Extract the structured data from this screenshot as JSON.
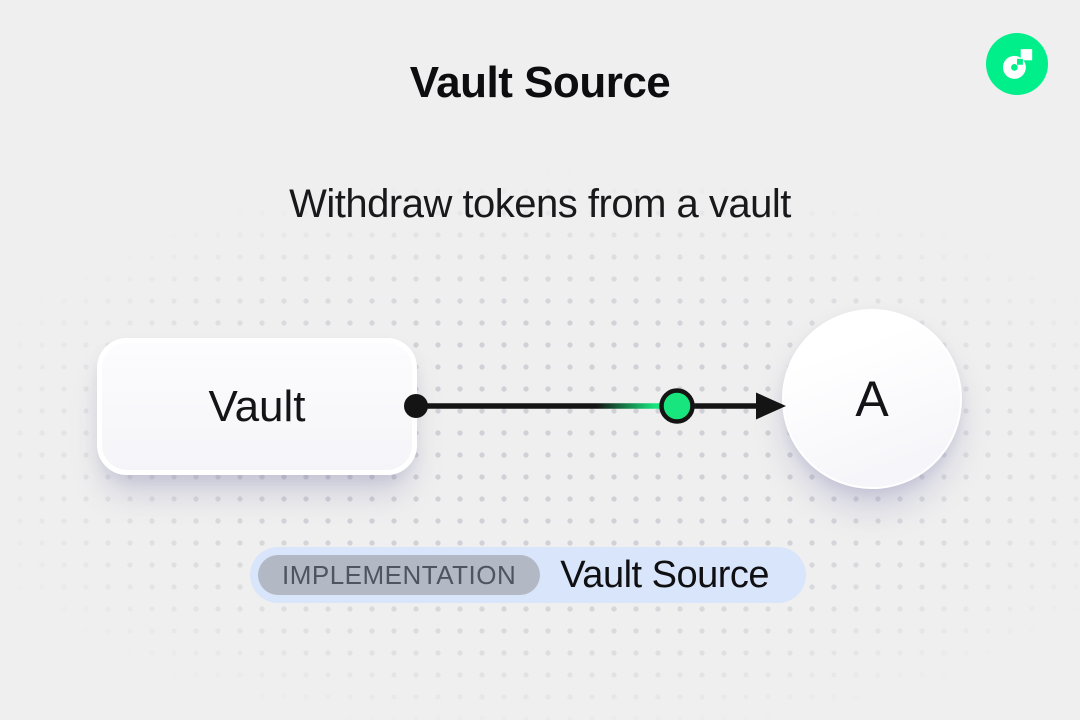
{
  "header": {
    "title": "Vault Source",
    "subtitle": "Withdraw tokens from a vault"
  },
  "logo": {
    "icon": "flow-blockchain-logo",
    "circle_color": "#00EF8B",
    "glyph_color": "#FFFFFF"
  },
  "diagram": {
    "vault_node": {
      "label": "Vault"
    },
    "recipient_node": {
      "label": "A"
    },
    "edge": {
      "type": "arrow",
      "line_color": "#141414",
      "start_dot_color": "#141414",
      "marker_dot_color": "#18E57D",
      "direction": "vault-to-recipient"
    }
  },
  "footer_badge": {
    "tag": "IMPLEMENTATION",
    "label": "Vault Source"
  },
  "colors": {
    "background": "#EFEFEF",
    "dot_grid": "#C6C6CE",
    "node_fill": "#FCFCFE",
    "badge_bg": "#D9E5FB",
    "tag_bg": "#B2B9C4",
    "tag_text": "#4E5560",
    "flow_green": "#00EF8B",
    "edge_marker_green": "#18E57D"
  }
}
